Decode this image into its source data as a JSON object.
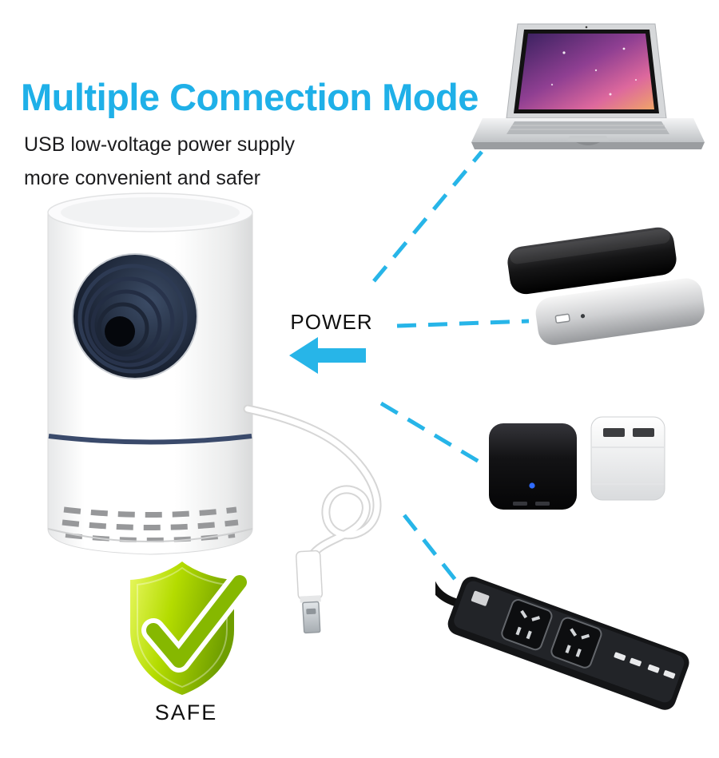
{
  "page": {
    "title": "Multiple Connection Mode",
    "subtitle_line1": "USB low-voltage power supply",
    "subtitle_line2": "more convenient and safer"
  },
  "labels": {
    "power": "POWER",
    "safe": "SAFE"
  },
  "colors": {
    "accent_cyan": "#27b5e8",
    "title_blue": "#1fb0e8",
    "text_dark": "#1c1c1e",
    "shield_green": "#a9d400"
  },
  "illustrations": {
    "product": "usb-mosquito-killer-lamp",
    "cable": "usb-cable-connector",
    "badge": "safety-shield-with-checkmark",
    "connection_options": [
      "laptop",
      "power-bank",
      "usb-wall-adapters",
      "power-strip"
    ]
  }
}
